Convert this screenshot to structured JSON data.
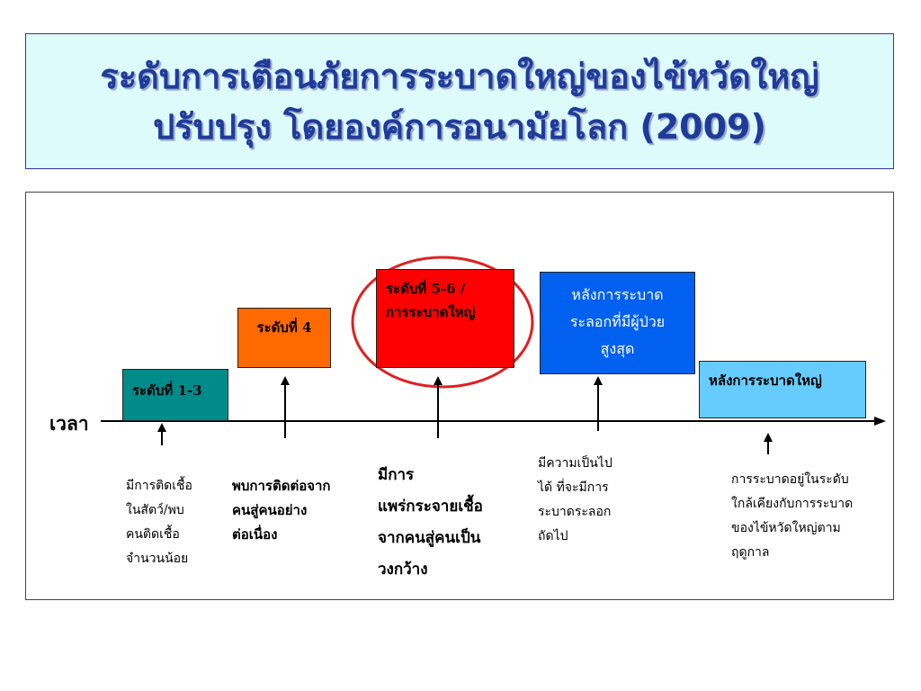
{
  "title": {
    "line1": "ระดับการเตือนภัยการระบาดใหญ่ของไข้หวัดใหญ่",
    "line2": "ปรับปรุง โดยองค์การอนามัยโลก (2009)"
  },
  "colors": {
    "title_text": "#1f3b9a",
    "title_bg": "#ddfbfb",
    "level_1_3": "#008b8b",
    "level_4": "#ff6a00",
    "level_5_6": "#ff0000",
    "post_peak": "#0060f0",
    "post_pandemic": "#66ccff",
    "highlight_circle": "#e02020"
  },
  "timeline": {
    "label": "เวลา"
  },
  "phases": [
    {
      "name": "ระดับที่ 1-3",
      "description": [
        "มีการติดเชื้อ",
        "ในสัตว์/พบ",
        "คนติดเชื้อ",
        "จำนวนน้อย"
      ]
    },
    {
      "name": "ระดับที่ 4",
      "description": [
        "พบการติดต่อจาก",
        "คนสู่คนอย่าง",
        "ต่อเนื่อง"
      ]
    },
    {
      "name_line1": "ระดับที่ 5-6 /",
      "name_line2": "การระบาดใหญ่",
      "description": [
        "มีการ",
        "แพร่กระจายเชื้อ",
        "จากคนสู่คนเป็น",
        "วงกว้าง"
      ]
    },
    {
      "name_line1": "หลังการระบาด",
      "name_line2": "ระลอกที่มีผู้ป่วย",
      "name_line3": "สูงสุด",
      "description": [
        "มีความเป็นไป",
        "ได้ ที่จะมีการ",
        "ระบาดระลอก",
        "ถัดไป"
      ]
    },
    {
      "name": "หลังการระบาดใหญ่",
      "description": [
        "การระบาดอยู่ในระดับ",
        "ใกล้เคียงกับการระบาด",
        "ของไข้หวัดใหญ่ตาม",
        "ฤดูกาล"
      ]
    }
  ]
}
